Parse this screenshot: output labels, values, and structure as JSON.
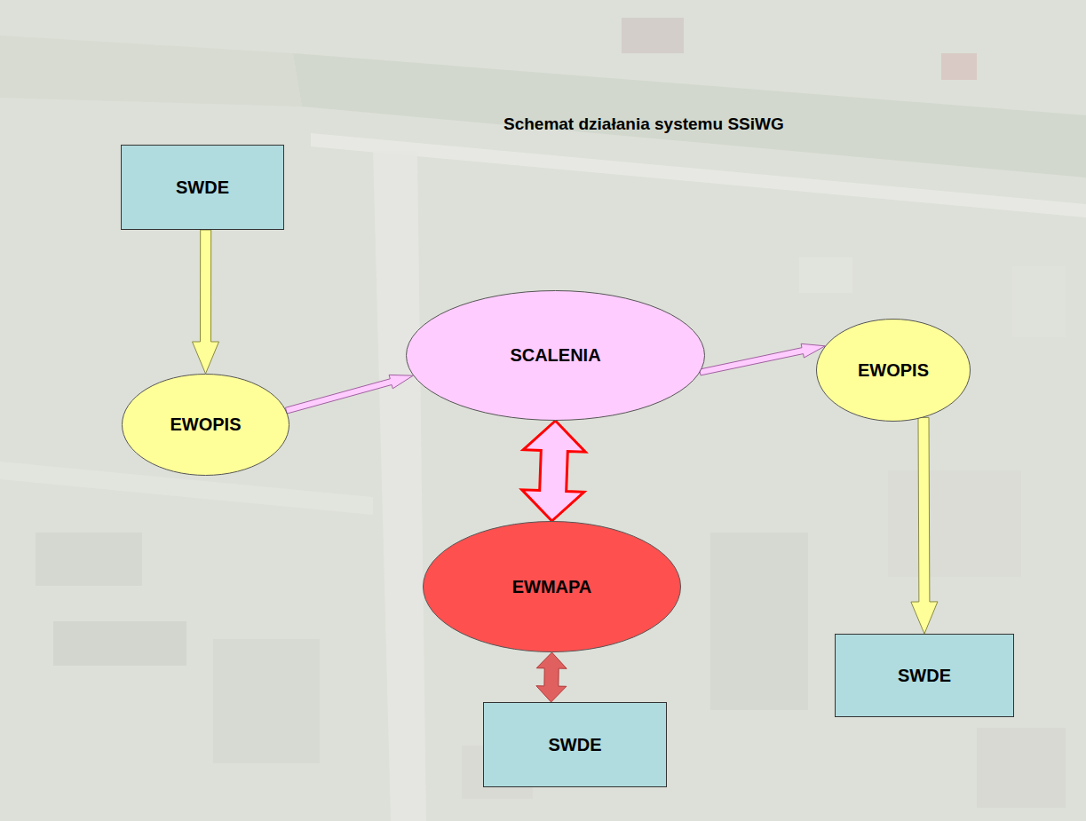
{
  "diagram": {
    "title": "Schemat działania systemu SSiWG",
    "nodes": [
      {
        "text": [
          "SWDE"
        ]
      },
      {
        "text": [
          "EWOPIS"
        ]
      },
      {
        "text": [
          "SCALENIA"
        ]
      },
      {
        "text": [
          "EWOPIS"
        ]
      },
      {
        "text": [
          "EWMAPA"
        ]
      },
      {
        "text": [
          "SWDE"
        ]
      },
      {
        "text": [
          "SWDE"
        ]
      }
    ],
    "edges": [
      {
        "from": 0,
        "to": 1,
        "arrow": "to"
      },
      {
        "from": 1,
        "to": 2,
        "arrow": "to"
      },
      {
        "from": 2,
        "to": 3,
        "arrow": "to"
      },
      {
        "from": 3,
        "to": 6,
        "arrow": "to"
      },
      {
        "from": 2,
        "to": 4,
        "arrow": "both"
      },
      {
        "from": 4,
        "to": 5,
        "arrow": "both"
      }
    ]
  }
}
